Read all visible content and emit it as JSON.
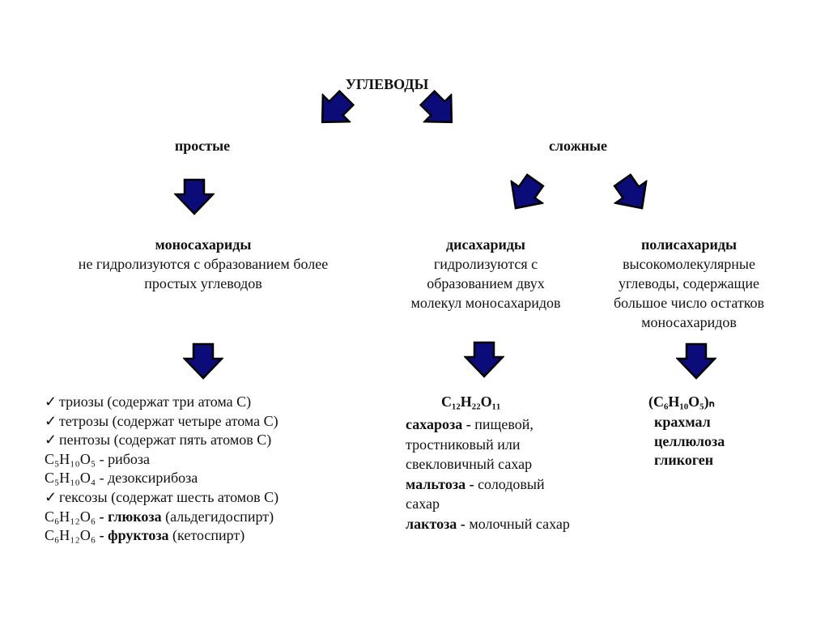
{
  "title": "УГЛЕВОДЫ",
  "colors": {
    "arrow_fill": "#0b0b7a",
    "arrow_stroke": "#000000"
  },
  "simple": {
    "label": "простые"
  },
  "complex": {
    "label": "сложные"
  },
  "mono": {
    "name": "моносахариды",
    "desc1": "не гидролизуются с образованием более",
    "desc2": "простых углеводов"
  },
  "di": {
    "name": "дисахариды",
    "desc1": "гидролизуются с",
    "desc2": "образованием двух",
    "desc3": "молекул моносахаридов"
  },
  "poly": {
    "name": "полисахариды",
    "desc1": "высокомолекулярные",
    "desc2": "углеводы, содержащие",
    "desc3": "большое число остатков",
    "desc4": "моносахаридов"
  },
  "mono_list": {
    "check": "✓",
    "trioses": "триозы (содержат три атома С)",
    "tetroses": "тетрозы (содержат четыре атома С)",
    "pentoses": "пентозы (содержат пять атомов С)",
    "ribose_formula": "C₅H₁₀O₅",
    "ribose": " - рибоза",
    "deoxyribose_formula": "C₅H₁₀O₄",
    "deoxyribose": " - дезоксирибоза",
    "hexoses": "гексозы (содержат шесть атомов С)",
    "glucose_formula": "C₆H₁₂O₆",
    "glucose_dash": " - ",
    "glucose": "глюкоза",
    "glucose_note": " (альдегидоспирт)",
    "fructose_formula": "C₆H₁₂O₆",
    "fructose_dash": " - ",
    "fructose": "фруктоза",
    "fructose_note": " (кетоспирт)"
  },
  "di_list": {
    "formula": "C₁₂H₂₂O₁₁",
    "sucrose": "сахароза -",
    "sucrose_desc1": " пищевой,",
    "sucrose_desc2": "тростниковый или",
    "sucrose_desc3": "свекловичный сахар",
    "maltose": "мальтоза -",
    "maltose_desc1": " солодовый",
    "maltose_desc2": "сахар",
    "lactose": "лактоза -",
    "lactose_desc": " молочный сахар"
  },
  "poly_list": {
    "formula": "(C₆H₁₀O₅)ₙ",
    "starch": "крахмал",
    "cellulose": "целлюлоза",
    "glycogen": "гликоген"
  }
}
